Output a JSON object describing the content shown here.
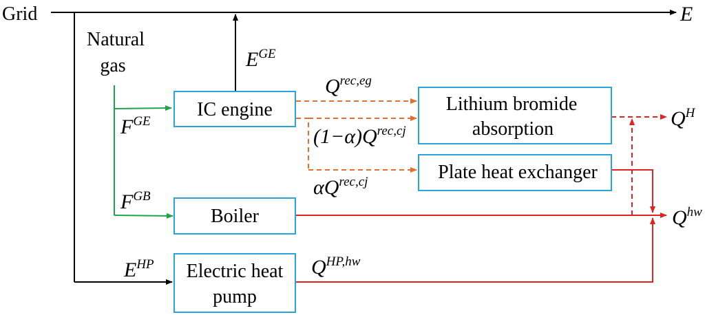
{
  "colors": {
    "electricity": "#000000",
    "gas": "#1fa34a",
    "recovered_heat": "#e0702e",
    "heat": "#e02222",
    "box_border": "#29a3dc"
  },
  "nodes": {
    "grid": "Grid",
    "natural_gas_line1": "Natural",
    "natural_gas_line2": "gas",
    "ic_engine": "IC engine",
    "libr_line1": "Lithium bromide",
    "libr_line2": "absorption",
    "plate_hx": "Plate heat exchanger",
    "boiler": "Boiler",
    "ehp_line1": "Electric heat",
    "ehp_line2": "pump"
  },
  "flows": {
    "E": {
      "base": "E",
      "sup": ""
    },
    "E_GE": {
      "base": "E",
      "sup": "GE"
    },
    "E_HP": {
      "base": "E",
      "sup": "HP"
    },
    "F_GE": {
      "base": "F",
      "sup": "GE"
    },
    "F_GB": {
      "base": "F",
      "sup": "GB"
    },
    "Q_rec_eg": {
      "base": "Q",
      "sup": "rec,eg"
    },
    "Q_rec_cj_alpha1": {
      "prefix": "(1−α)",
      "base": "Q",
      "sup": "rec,cj"
    },
    "Q_rec_cj_alpha": {
      "prefix": "α",
      "base": "Q",
      "sup": "rec,cj"
    },
    "Q_H": {
      "base": "Q",
      "sup": "H"
    },
    "Q_hw": {
      "base": "Q",
      "sup": "hw"
    },
    "Q_HP_hw": {
      "base": "Q",
      "sup": "HP,hw"
    }
  }
}
